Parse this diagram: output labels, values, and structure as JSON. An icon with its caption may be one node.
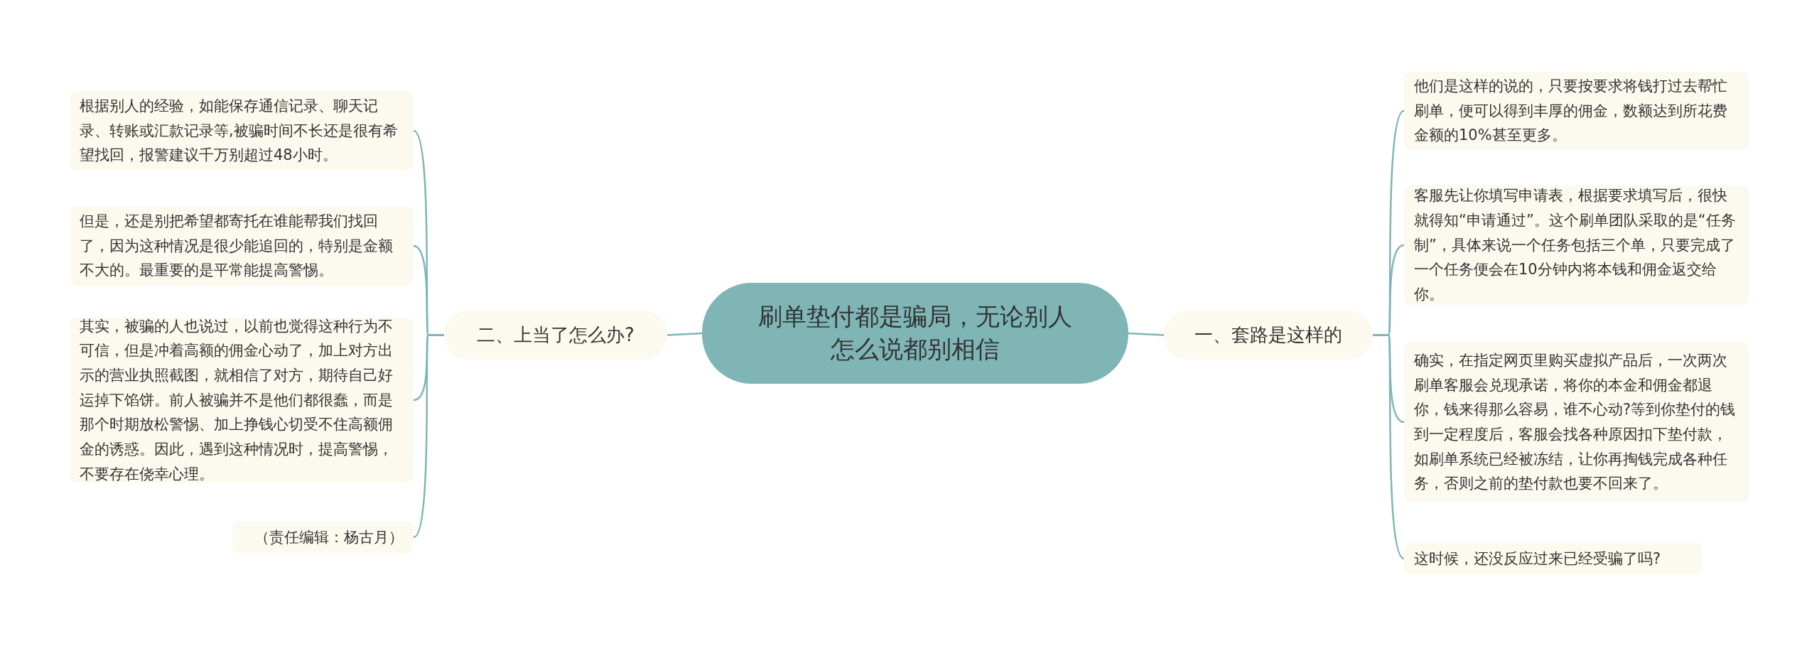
{
  "diagram": {
    "nodes": [
      {
        "text": [
          "刷单垫付都是骗局，无论别人怎么说都别相信"
        ]
      },
      {
        "text": [
          "一、套路是这样的"
        ]
      },
      {
        "text": [
          "他们是这样的说的，只要按要求将钱打过去帮忙刷单，便可以得到丰厚的佣金，数额达到所花费金额的10%甚至更多。"
        ]
      },
      {
        "text": [
          "客服先让你填写申请表，根据要求填写后，很快就得知“申请通过”。这个刷单团队采取的是“任务制”，具体来说一个任务包括三个单，只要完成了一个任务便会在10分钟内将本钱和佣金返交给你。"
        ]
      },
      {
        "text": [
          "确实，在指定网页里购买虚拟产品后，一次两次刷单客服会兑现承诺，将你的本金和佣金都退你，钱来得那么容易，谁不心动?等到你垫付的钱到一定程度后，客服会找各种原因扣下垫付款，如刷单系统已经被冻结，让你再掏钱完成各种任务，否则之前的垫付款也要不回来了。"
        ]
      },
      {
        "text": [
          "这时候，还没反应过来已经受骗了吗?"
        ]
      },
      {
        "text": [
          "二、上当了怎么办?"
        ]
      },
      {
        "text": [
          "根据别人的经验，如能保存通信记录、聊天记录、转账或汇款记录等,被骗时间不长还是很有希望找回，报警建议千万别超过48小时。"
        ]
      },
      {
        "text": [
          "但是，还是别把希望都寄托在谁能帮我们找回了，因为这种情况是很少能追回的，特别是金额不大的。最重要的是平常能提高警惕。"
        ]
      },
      {
        "text": [
          "其实，被骗的人也说过，以前也觉得这种行为不可信，但是冲着高额的佣金心动了，加上对方出示的营业执照截图，就相信了对方，期待自己好运掉下馅饼。前人被骗并不是他们都很蠢，而是那个时期放松警惕、加上挣钱心切受不住高额佣金的诱惑。因此，遇到这种情况时，提高警惕，不要存在侥幸心理。"
        ]
      },
      {
        "text": [
          "（责任编辑：杨古月）"
        ]
      }
    ],
    "edges": [
      {
        "from": 0,
        "to": 1,
        "arrow": "none"
      },
      {
        "from": 1,
        "to": 2,
        "arrow": "none"
      },
      {
        "from": 1,
        "to": 3,
        "arrow": "none"
      },
      {
        "from": 1,
        "to": 4,
        "arrow": "none"
      },
      {
        "from": 1,
        "to": 5,
        "arrow": "none"
      },
      {
        "from": 0,
        "to": 6,
        "arrow": "none"
      },
      {
        "from": 6,
        "to": 7,
        "arrow": "none"
      },
      {
        "from": 6,
        "to": 8,
        "arrow": "none"
      },
      {
        "from": 6,
        "to": 9,
        "arrow": "none"
      },
      {
        "from": 6,
        "to": 10,
        "arrow": "none"
      }
    ]
  }
}
